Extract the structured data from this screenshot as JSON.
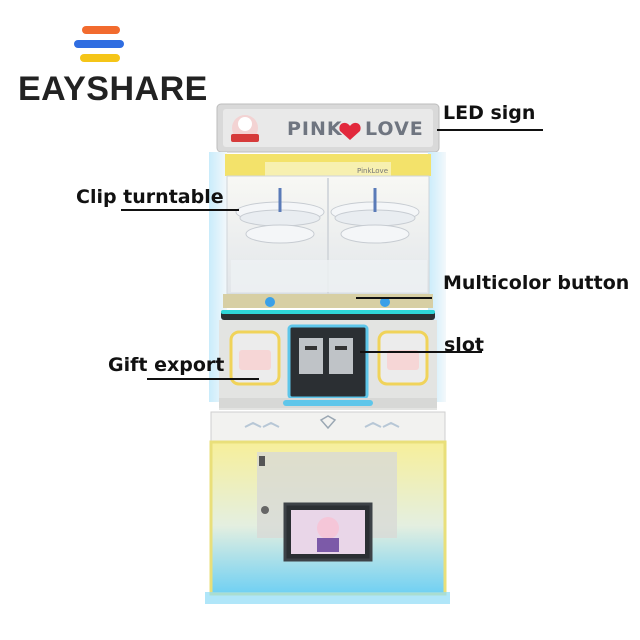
{
  "brand": {
    "name": "EAYSHARE",
    "logo_colors": [
      "#f26b2e",
      "#2f6de1",
      "#f5c518"
    ]
  },
  "callouts": {
    "led_sign": "LED sign",
    "clip_turntable": "Clip turntable",
    "multicolor_button": "Multicolor button",
    "slot": "slot",
    "gift_export": "Gift export"
  },
  "machine": {
    "sign_text": "PINK LOVE",
    "inner_sign_text": "PinkLove",
    "colors": {
      "body": "#e8e8e6",
      "glow_yellow": "#f4e24a",
      "glow_blue": "#4fc4f0",
      "panel_dark": "#2b2f33"
    }
  }
}
